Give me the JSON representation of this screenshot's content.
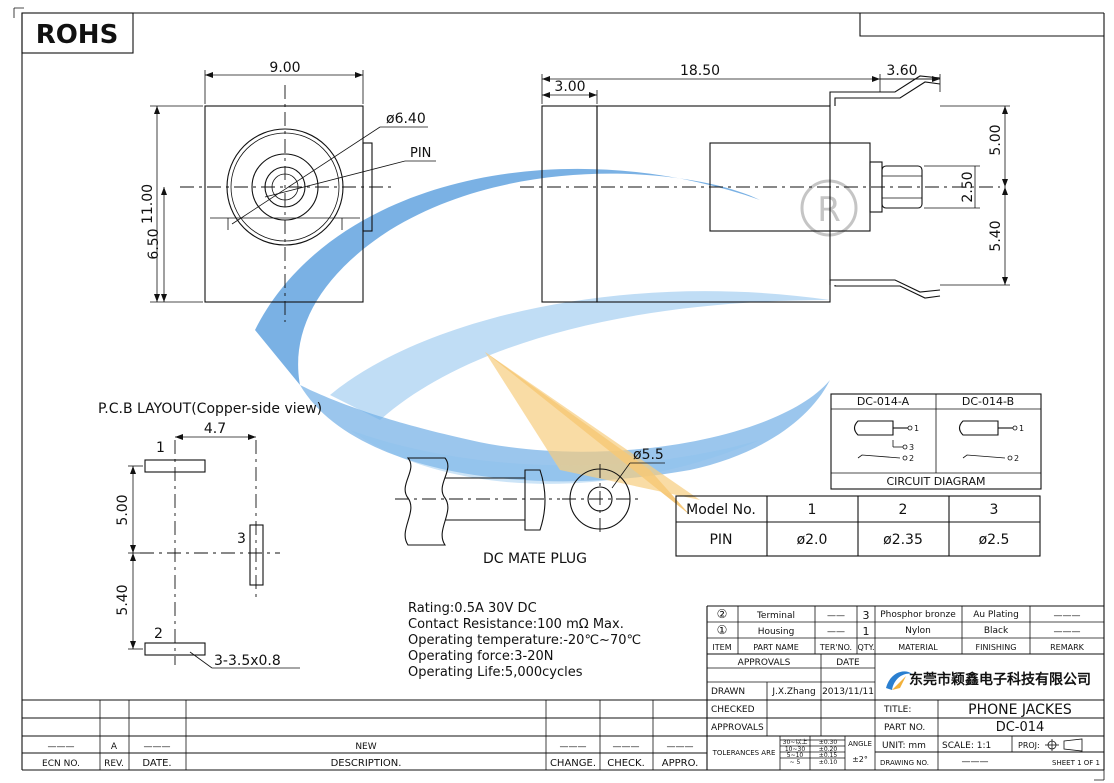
{
  "rohs": "ROHS",
  "dims": {
    "front_width": "9.00",
    "front_height": "11.00",
    "front_center": "6.50",
    "front_dia": "ø6.40",
    "front_pin": "PIN",
    "side_total": "18.50",
    "side_front": "3.00",
    "side_pin": "3.60",
    "side_upper": "5.00",
    "side_mid": "2.50",
    "side_lower": "5.40"
  },
  "pcb": {
    "title": "P.C.B LAYOUT(Copper-side view)",
    "dim_x": "4.7",
    "dim_y1": "5.00",
    "dim_y2": "5.40",
    "pad1": "1",
    "pad2": "2",
    "pad3": "3",
    "hole": "3-3.5x0.8"
  },
  "plug": {
    "label": "DC MATE PLUG",
    "dia": "ø5.5"
  },
  "circuit": {
    "col_a": "DC-014-A",
    "col_b": "DC-014-B",
    "caption": "CIRCUIT DIAGRAM",
    "a_pins": [
      "1",
      "3",
      "2"
    ],
    "b_pins": [
      "1",
      "2"
    ]
  },
  "model_table": {
    "headers": [
      "Model No.",
      "1",
      "2",
      "3"
    ],
    "row": [
      "PIN",
      "ø2.0",
      "ø2.35",
      "ø2.5"
    ]
  },
  "specs": [
    "Rating:0.5A 30V DC",
    "Contact Resistance:100 mΩ Max.",
    "Operating temperature:-20℃~70℃",
    "Operating force:3-20N",
    "Operating Life:5,000cycles"
  ],
  "bom": {
    "rows": [
      {
        "item": "②",
        "name": "Terminal",
        "ter": "——",
        "qty": "3",
        "material": "Phosphor bronze",
        "finishing": "Au Plating",
        "remark": "———"
      },
      {
        "item": "①",
        "name": "Housing",
        "ter": "——",
        "qty": "1",
        "material": "Nylon",
        "finishing": "Black",
        "remark": "———"
      }
    ],
    "headers": {
      "item": "ITEM",
      "name": "PART NAME",
      "ter": "TER'NO.",
      "qty": "QTY.",
      "material": "MATERIAL",
      "finishing": "FINISHING",
      "remark": "REMARK"
    }
  },
  "title_block": {
    "approvals": "APPROVALS",
    "date": "DATE",
    "drawn": "DRAWN",
    "drawn_by": "J.X.Zhang",
    "drawn_date": "2013/11/11",
    "checked": "CHECKED",
    "approvals2": "APPROVALS",
    "company": "东莞市颖鑫电子科技有限公司",
    "title_label": "TITLE:",
    "title_value": "PHONE JACKES",
    "part_label": "PART NO.",
    "part_value": "DC-014",
    "tolerances": "TOLERANCES ARE",
    "tol": [
      [
        "30~以上",
        "±0.30"
      ],
      [
        "10~30",
        "±0.20"
      ],
      [
        "5~10",
        "±0.15"
      ],
      [
        "~ 5",
        "±0.10"
      ]
    ],
    "angle": "ANGLE",
    "angle_val": "±2°",
    "unit": "UNIT: mm",
    "scale": "SCALE:  1:1",
    "proj": "PROJ:",
    "drawing_no": "DRAWING NO.",
    "drawing_no_val": "———",
    "sheet": "SHEET  1  OF  1"
  },
  "revision": {
    "rev_a": "A",
    "dash": "———",
    "new": "NEW",
    "headers": [
      "ECN NO.",
      "REV.",
      "DATE.",
      "DESCRIPTION.",
      "CHANGE.",
      "CHECK.",
      "APPRO."
    ]
  },
  "colors": {
    "watermark_blue": "#2a7fd0",
    "watermark_orange": "#f2b13a"
  }
}
